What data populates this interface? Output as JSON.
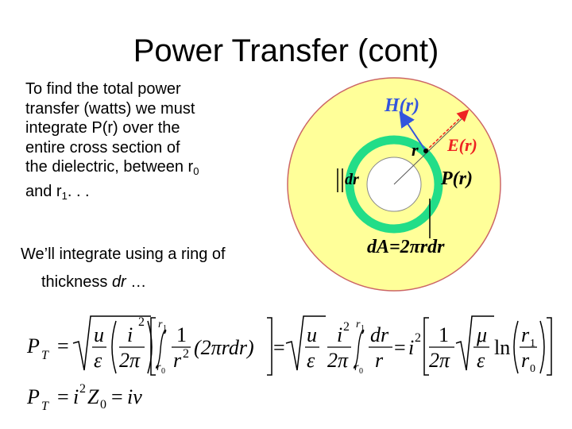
{
  "slide": {
    "title": "Power Transfer (cont)",
    "para1_line1": "To find the total power",
    "para1_line2": "transfer (watts) we must",
    "para1_line3": "integrate P(r) over the",
    "para1_line4": "entire cross section of",
    "para1_line5_a": "the dielectric, between r",
    "para1_line5_sub": "0",
    "para1_line6_a": "and r",
    "para1_line6_sub": "1",
    "para1_line6_b": ". . .",
    "para2_line1": "We’ll integrate using a ring of",
    "para2_line2_a": "thickness ",
    "para2_line2_var": "dr",
    "para2_line2_b": " …"
  },
  "diagram": {
    "label_H": "H(r)",
    "label_E": "E(r)",
    "label_r": "r",
    "label_dr": "dr",
    "label_P": "P(r)",
    "label_dA": "dA=2πrdr",
    "color_outer": "#ffff99",
    "color_ring": "#22dd88",
    "color_H": "#3355dd",
    "color_E": "#ee2222"
  },
  "equations": {
    "PT": "P",
    "PT_sub": "T",
    "eq": "=",
    "u": "u",
    "eps": "ε",
    "i": "i",
    "twopi": "2π",
    "sq": "2",
    "r1": "r",
    "r1_sub": "1",
    "r0": "r",
    "r0_sub": "0",
    "one": "1",
    "r2_base": "r",
    "r2_exp": "2",
    "integrand": "(2πrdr)",
    "i2": "i",
    "i2_exp": "2",
    "dr": "dr",
    "r": "r",
    "mu": "μ",
    "ln": "ln",
    "eq2_rhs_i": "i",
    "eq2_rhs_exp": "2",
    "Z0": "Z",
    "Z0_sub": "0",
    "iv": "iv"
  }
}
